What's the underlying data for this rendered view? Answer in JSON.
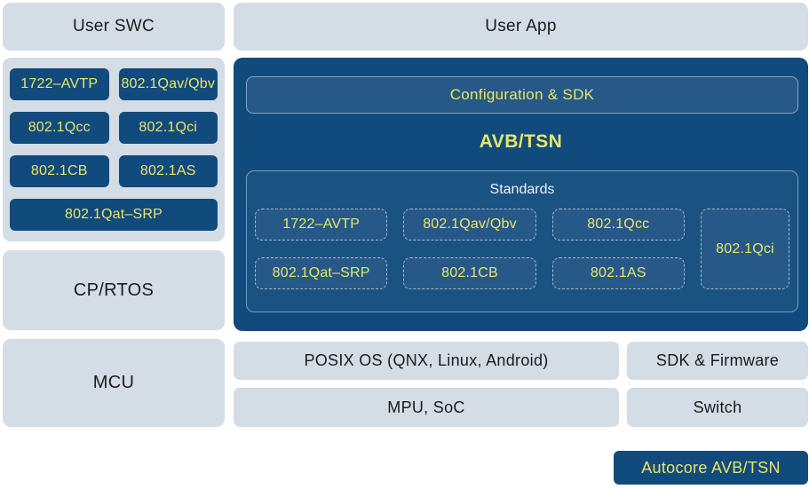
{
  "diagram": {
    "top": {
      "user_swc": "User SWC",
      "user_app": "User App"
    },
    "left": {
      "chips": [
        "1722–AVTP",
        "802.1Qav/Qbv",
        "802.1Qcc",
        "802.1Qci",
        "802.1CB",
        "802.1AS",
        "802.1Qat–SRP"
      ],
      "cp_rtos": "CP/RTOS",
      "mcu": "MCU"
    },
    "main": {
      "config_sdk": "Configuration & SDK",
      "title": "AVB/TSN",
      "standards": {
        "title": "Standards",
        "row1": [
          "1722–AVTP",
          "802.1Qav/Qbv",
          "802.1Qcc"
        ],
        "row2": [
          "802.1Qat–SRP",
          "802.1CB",
          "802.1AS"
        ],
        "tall": "802.1Qci"
      }
    },
    "bottom": {
      "posix_os": "POSIX OS (QNX, Linux, Android)",
      "sdk_firmware": "SDK & Firmware",
      "mpu_soc": "MPU, SoC",
      "switch_label": "Switch"
    },
    "badge": "Autocore AVB/TSN"
  },
  "colors": {
    "navy": "#114b7d",
    "panel_light": "#d4dce5",
    "accent_yellow": "#e9e567",
    "inner_box_fill": "#265888",
    "inner_box_border": "#8ba6c1",
    "standards_fill": "#1a5282",
    "dashed_chip_fill": "#275988",
    "dashed_chip_border": "#a6bace",
    "standards_title_text": "#eef3f7",
    "dark_text": "#1b1b1b"
  }
}
